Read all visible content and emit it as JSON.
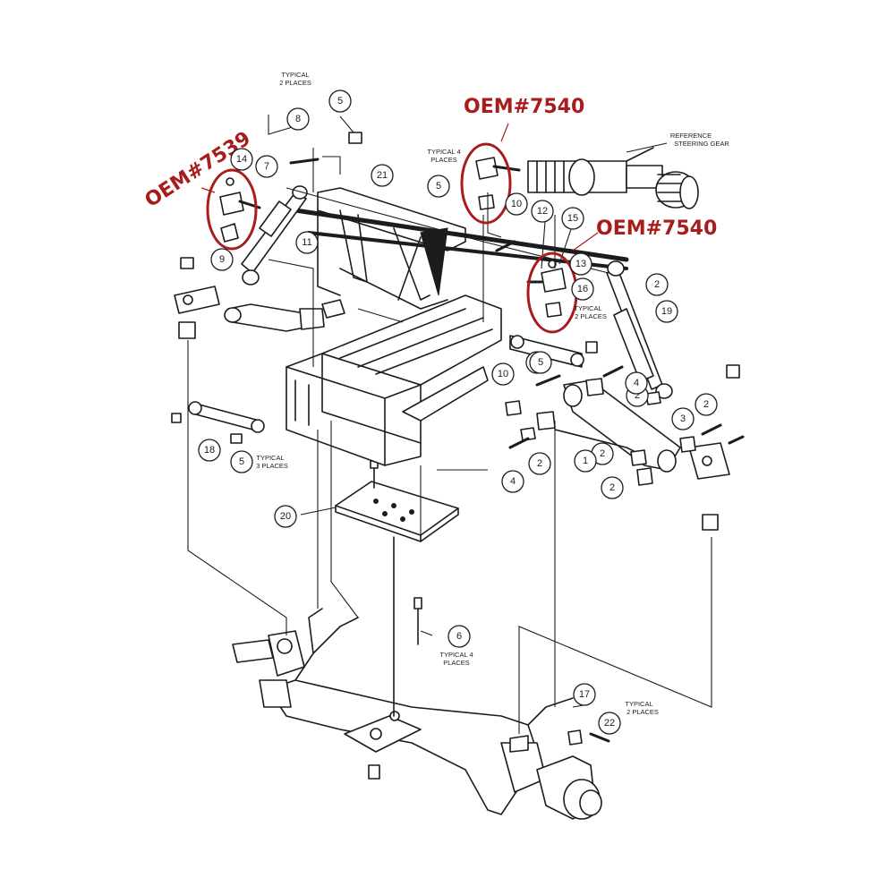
{
  "oem_labels": [
    {
      "id": "oem-left",
      "text": "OEM#7539"
    },
    {
      "id": "oem-top",
      "text": "OEM#7540"
    },
    {
      "id": "oem-right",
      "text": "OEM#7540"
    }
  ],
  "notes": {
    "typical_2_places_top": [
      "TYPICAL",
      "2 PLACES"
    ],
    "typical_4_places_top": [
      "TYPICAL 4",
      "PLACES"
    ],
    "reference_steering_gear": [
      "REFERENCE",
      "STEERING GEAR"
    ],
    "typical_2_places_right": [
      "TYPICAL",
      "2 PLACES"
    ],
    "typical_3_places": [
      "TYPICAL",
      "3 PLACES"
    ],
    "typical_4_places_bottom": [
      "TYPICAL 4",
      "PLACES"
    ],
    "typical_2_places_bottom": [
      "TYPICAL",
      "2 PLACES"
    ]
  },
  "callouts": [
    "14",
    "7",
    "8",
    "5",
    "21",
    "5",
    "10",
    "12",
    "15",
    "13",
    "16",
    "11",
    "9",
    "5",
    "2",
    "19",
    "5",
    "10",
    "2",
    "4",
    "2",
    "3",
    "2",
    "1",
    "2",
    "4",
    "2",
    "18",
    "5",
    "20",
    "6",
    "17",
    "22"
  ],
  "colors": {
    "accent_red": "#a81c1c",
    "ink": "#1c1c1c"
  }
}
